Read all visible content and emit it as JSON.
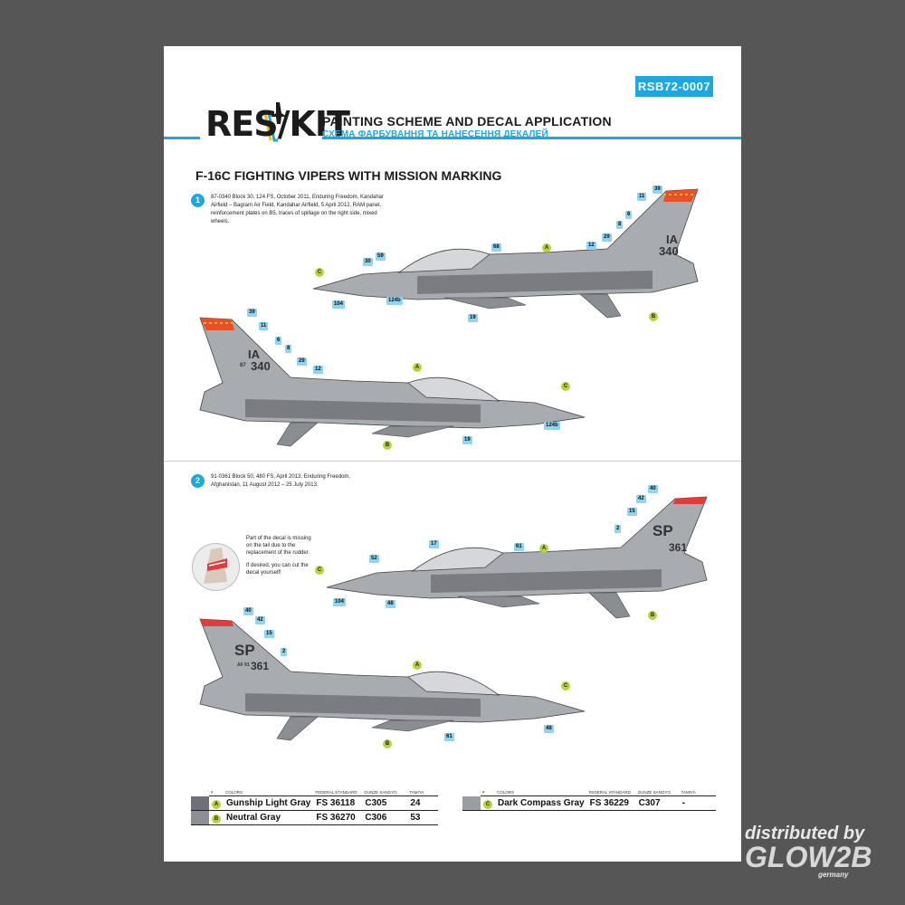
{
  "header": {
    "code": "RSB72-0007",
    "logo": "RES/KIT",
    "title": "PAINTING SCHEME AND DECAL APPLICATION",
    "subtitle": "СХЕМА ФАРБУВАННЯ ТА НАНЕСЕННЯ ДЕКАЛЕЙ"
  },
  "section_title": "F-16C FIGHTING VIPERS WITH MISSION MARKING",
  "scheme1": {
    "number": "1",
    "description": "87-0340 Block 30, 124 FS, October 2011, Enduring Freedom, Kandahar Airfield – Bagram Air Field, Kandahar Airfield, 5 April 2012, RAM panel, reinforcement plates on B5, traces of spillage on the right side, mixed wheels.",
    "tail_code": "IA",
    "tail_number": "340",
    "tail_serial": "87",
    "callouts_right": [
      "39",
      "11",
      "6",
      "8",
      "29",
      "12",
      "68",
      "30",
      "59",
      "124b",
      "104",
      "19"
    ],
    "callouts_left": [
      "39",
      "11",
      "6",
      "8",
      "29",
      "12",
      "124b",
      "19"
    ]
  },
  "scheme2": {
    "number": "2",
    "description": "91-0361 Block 50, 480 FS, April 2013, Enduring Freedom, Afghanistan, 11 August 2012 – 25 July 2013.",
    "tail_code": "SP",
    "tail_number": "361",
    "tail_serial": "AF 91",
    "note_1": "Part of the decal is missing on the tail due to the replacement of the rudder.",
    "note_2": "If desired, you can cut the decal yourself!",
    "callouts_right": [
      "40",
      "42",
      "15",
      "2",
      "17",
      "52",
      "61",
      "104",
      "48"
    ],
    "callouts_left": [
      "40",
      "42",
      "15",
      "2",
      "61",
      "48"
    ]
  },
  "color_markers": {
    "a": "A",
    "b": "B",
    "c": "C"
  },
  "colors_table": {
    "headers": {
      "num": "#",
      "colors": "COLORS",
      "federal": "FEDERAL STANDARD",
      "gunze": "GUNZE SANGYO",
      "tamiya": "TAMIYA"
    },
    "left_rows": [
      {
        "key": "A",
        "name": "Gunship Light Gray",
        "fs": "FS 36118",
        "gunze": "C305",
        "tamiya": "24",
        "swatch": "#7b7d82"
      },
      {
        "key": "B",
        "name": "Neutral Gray",
        "fs": "FS 36270",
        "gunze": "C306",
        "tamiya": "53",
        "swatch": "#8c8f94"
      }
    ],
    "right_rows": [
      {
        "key": "C",
        "name": "Dark Compass Gray",
        "fs": "FS 36229",
        "gunze": "C307",
        "tamiya": "-",
        "swatch": "#9a9da1"
      }
    ]
  },
  "watermark": {
    "line1": "distributed by",
    "line2": "GLOW2B",
    "line3": "germany"
  },
  "colors": {
    "accent": "#1ea7e1",
    "callout": "#8fd4f1",
    "marker": "#b5d43a",
    "aircraft_light": "#a8abb0",
    "aircraft_dark": "#6e7177"
  }
}
